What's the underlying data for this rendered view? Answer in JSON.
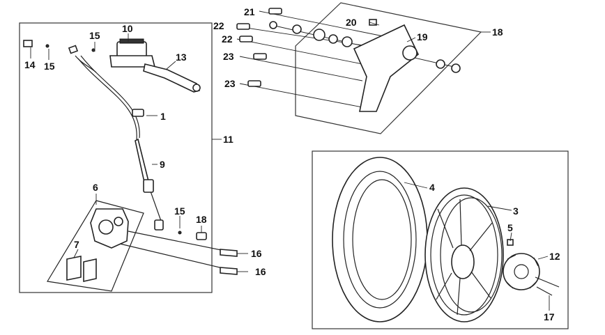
{
  "callouts": {
    "c1": "1",
    "c3": "3",
    "c4": "4",
    "c5": "5",
    "c6": "6",
    "c7": "7",
    "c9": "9",
    "c10": "10",
    "c11": "11",
    "c12": "12",
    "c13": "13",
    "c14": "14",
    "c15a": "15",
    "c15b": "15",
    "c15c": "15",
    "c16a": "16",
    "c16b": "16",
    "c17": "17",
    "c18a": "18",
    "c18b": "18",
    "c19": "19",
    "c20": "20",
    "c21": "21",
    "c22a": "22",
    "c22b": "22",
    "c23a": "23",
    "c23b": "23"
  },
  "colors": {
    "line": "#222222",
    "background": "#ffffff"
  }
}
